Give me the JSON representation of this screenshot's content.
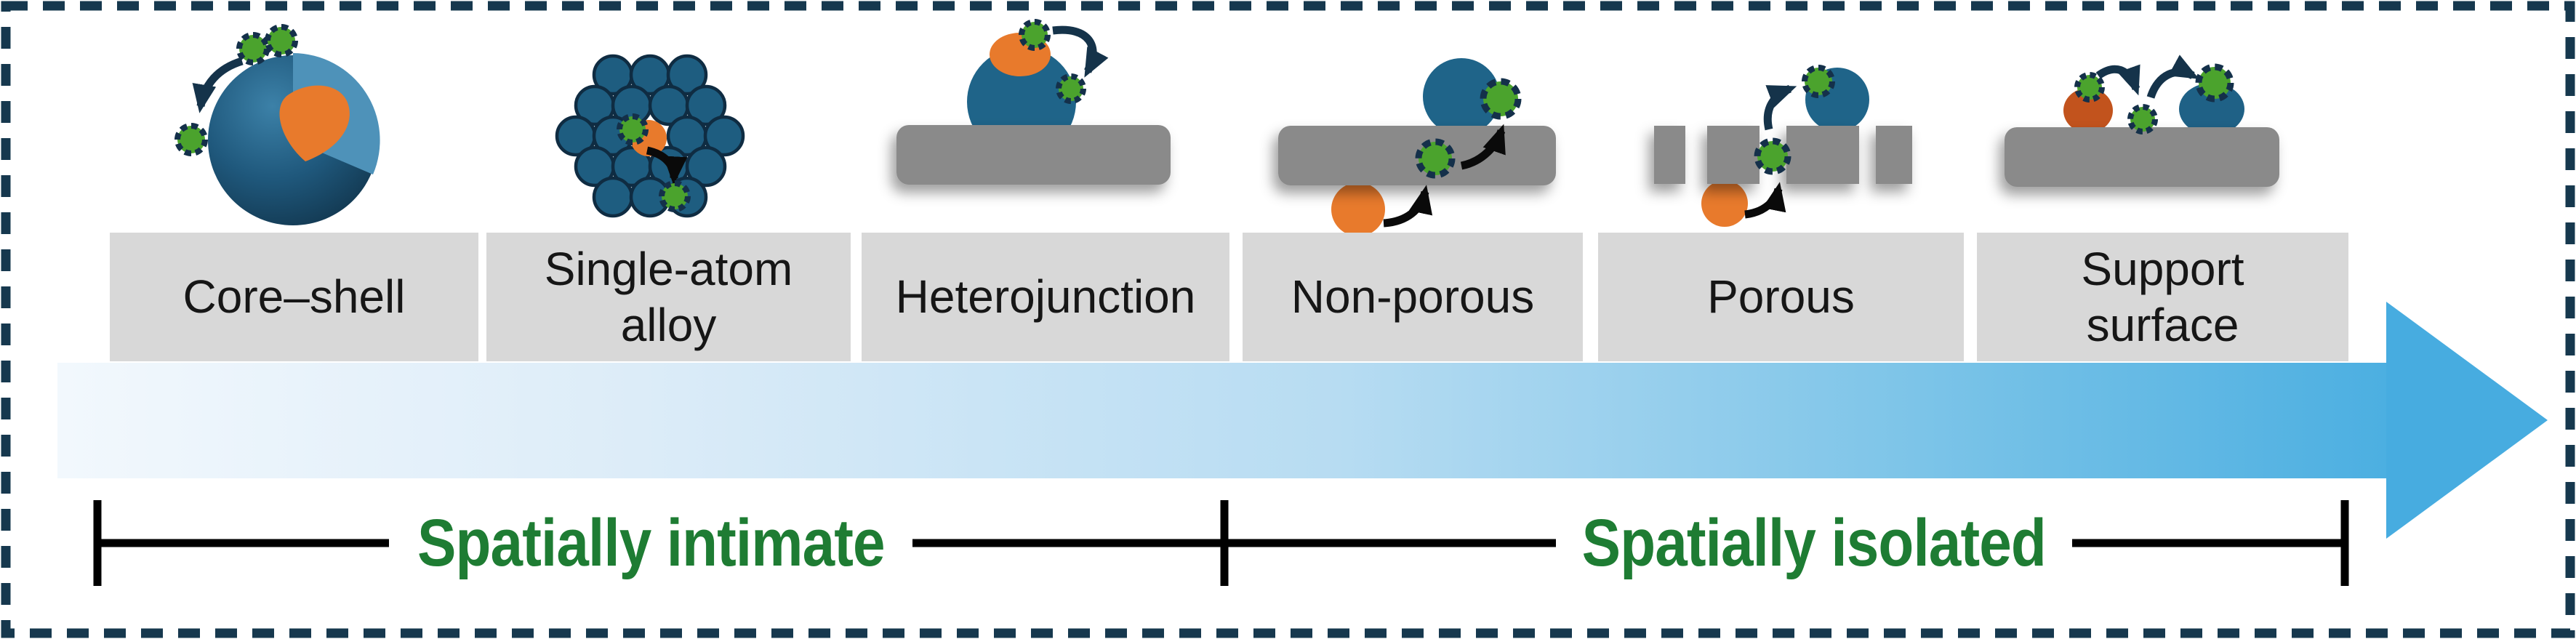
{
  "figure": {
    "description": "Catalyst architecture spectrum from spatially intimate to spatially isolated"
  },
  "panels": [
    {
      "icon": "core-shell-icon",
      "label": "Core–shell"
    },
    {
      "icon": "single-atom-alloy-icon",
      "label": "Single-atom\nalloy"
    },
    {
      "icon": "heterojunction-icon",
      "label": "Heterojunction"
    },
    {
      "icon": "non-porous-icon",
      "label": "Non-porous"
    },
    {
      "icon": "porous-icon",
      "label": "Porous"
    },
    {
      "icon": "support-surface-icon",
      "label": "Support\nsurface"
    }
  ],
  "spectrum": {
    "left_label": "Spatially intimate",
    "right_label": "Spatially isolated"
  },
  "colors": {
    "border_navy": "#16384e",
    "arrow_navy": "#15334a",
    "arrow_black": "#0a0a0a",
    "steel_blue": "#1f6489",
    "atom_blue": "#1e5d80",
    "orange": "#e87a2c",
    "dark_orange": "#c2531d",
    "green": "#4ba32d",
    "bar_gray": "#8a8a8a",
    "label_gray": "#d8d8d8",
    "heading_green": "#1e7c33",
    "gradient_arrow_blue": "#4cafe1"
  }
}
